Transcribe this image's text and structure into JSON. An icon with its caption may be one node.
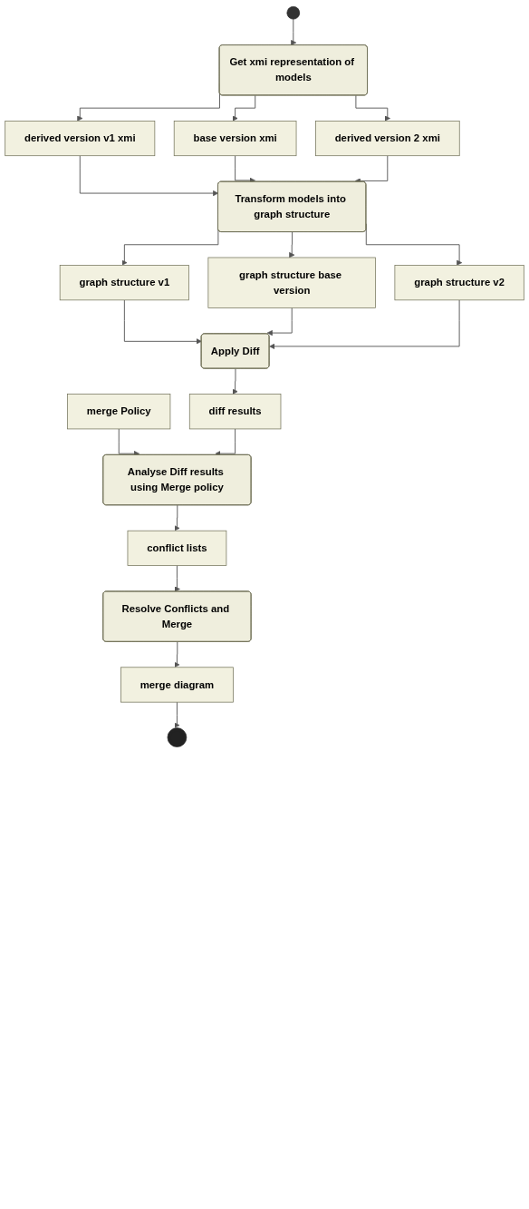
{
  "diagram": {
    "nodes": [
      {
        "text": [],
        "shape": "circle"
      },
      {
        "text": [
          "Get xmi representation of models"
        ]
      },
      {
        "text": [
          "derived version v1 xmi"
        ]
      },
      {
        "text": [
          "base version xmi"
        ]
      },
      {
        "text": [
          "derived version 2 xmi"
        ]
      },
      {
        "text": [
          "Transform models into graph structure"
        ]
      },
      {
        "text": [
          "graph structure v1"
        ]
      },
      {
        "text": [
          "graph structure base version"
        ]
      },
      {
        "text": [
          "graph structure v2"
        ]
      },
      {
        "text": [
          "Apply Diff"
        ]
      },
      {
        "text": [
          "merge Policy"
        ]
      },
      {
        "text": [
          "diff results"
        ]
      },
      {
        "text": [
          "Analyse Diff results using Merge policy"
        ]
      },
      {
        "text": [
          "conflict lists"
        ]
      },
      {
        "text": [
          "Resolve Conflicts and Merge"
        ]
      },
      {
        "text": [
          "merge diagram"
        ]
      },
      {
        "text": [],
        "shape": "circle"
      }
    ],
    "edges": [
      {
        "from": 0,
        "to": 1,
        "arrow": "to"
      },
      {
        "from": 1,
        "to": 2,
        "arrow": "to"
      },
      {
        "from": 1,
        "to": 3,
        "arrow": "to"
      },
      {
        "from": 1,
        "to": 4,
        "arrow": "to"
      },
      {
        "from": 2,
        "to": 5,
        "arrow": "to"
      },
      {
        "from": 3,
        "to": 5,
        "arrow": "to"
      },
      {
        "from": 4,
        "to": 5,
        "arrow": "to"
      },
      {
        "from": 5,
        "to": 6,
        "arrow": "to"
      },
      {
        "from": 5,
        "to": 7,
        "arrow": "to"
      },
      {
        "from": 5,
        "to": 8,
        "arrow": "to"
      },
      {
        "from": 6,
        "to": 9,
        "arrow": "to"
      },
      {
        "from": 7,
        "to": 9,
        "arrow": "to"
      },
      {
        "from": 8,
        "to": 9,
        "arrow": "to"
      },
      {
        "from": 9,
        "to": 11,
        "arrow": "to"
      },
      {
        "from": 10,
        "to": 12,
        "arrow": "to"
      },
      {
        "from": 11,
        "to": 12,
        "arrow": "to"
      },
      {
        "from": 12,
        "to": 13,
        "arrow": "to"
      },
      {
        "from": 13,
        "to": 14,
        "arrow": "to"
      },
      {
        "from": 14,
        "to": 15,
        "arrow": "to"
      },
      {
        "from": 15,
        "to": 16,
        "arrow": "to"
      }
    ]
  }
}
